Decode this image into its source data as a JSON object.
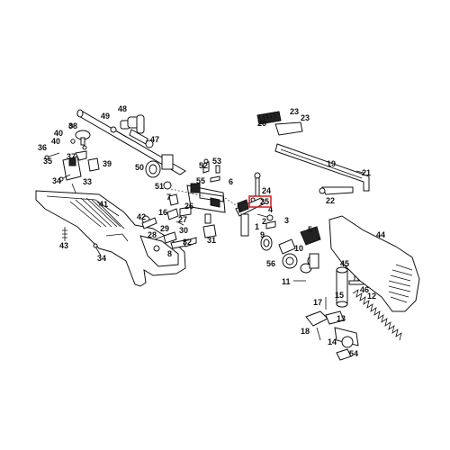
{
  "diagram": {
    "highlight_color": "#d11a1a",
    "highlighted_part": "25",
    "labels": [
      "1",
      "2",
      "3",
      "4",
      "5",
      "6",
      "7",
      "8",
      "9",
      "10",
      "11",
      "12",
      "13",
      "14",
      "15",
      "16",
      "17",
      "18",
      "19",
      "20",
      "21",
      "22",
      "23",
      "23",
      "24",
      "25",
      "26",
      "27",
      "28",
      "29",
      "30",
      "31",
      "32",
      "33",
      "34",
      "34",
      "35",
      "36",
      "37",
      "38",
      "39",
      "40",
      "40",
      "41",
      "42",
      "43",
      "44",
      "45",
      "46",
      "47",
      "48",
      "49",
      "50",
      "51",
      "52",
      "53",
      "54",
      "55",
      "56"
    ]
  }
}
